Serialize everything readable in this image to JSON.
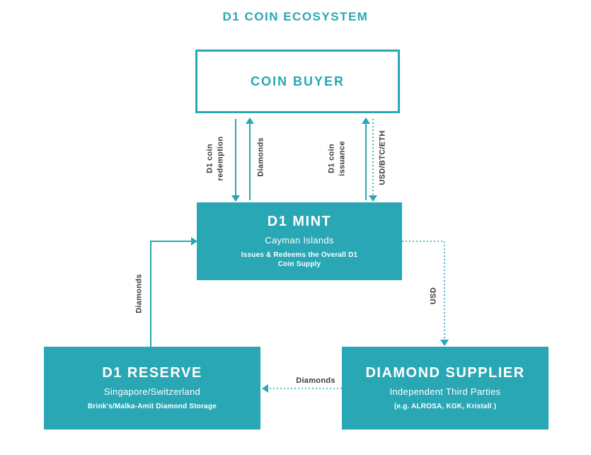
{
  "title": "D1 COIN ECOSYSTEM",
  "colors": {
    "teal": "#29A7B5",
    "label_dark": "#3B3B3B"
  },
  "nodes": {
    "coin_buyer": {
      "title": "COIN BUYER"
    },
    "d1_mint": {
      "title": "D1 MINT",
      "subtitle": "Cayman Islands",
      "description": "Issues & Redeems the Overall D1\nCoin Supply"
    },
    "d1_reserve": {
      "title": "D1 RESERVE",
      "subtitle": "Singapore/Switzerland",
      "description": "Brink's/Malka-Amit Diamond Storage"
    },
    "diamond_supplier": {
      "title": "DIAMOND SUPPLIER",
      "subtitle": "Independent Third Parties",
      "description": "(e.g. ALROSA, KGK, Kristall )"
    }
  },
  "edges": {
    "coin_redemption": {
      "label": "D1 coin\nredemption",
      "style": "solid",
      "direction": "buyer-to-mint"
    },
    "diamonds_to_buyer": {
      "label": "Diamonds",
      "style": "solid",
      "direction": "mint-to-buyer"
    },
    "coin_issuance": {
      "label": "D1 coin\nissuance",
      "style": "solid",
      "direction": "mint-to-buyer"
    },
    "usd_btc_eth": {
      "label": "USD/BTC/ETH",
      "style": "dotted",
      "direction": "buyer-to-mint"
    },
    "usd_to_supplier": {
      "label": "USD",
      "style": "dotted",
      "direction": "mint-to-supplier"
    },
    "diamonds_to_reserve": {
      "label": "Diamonds",
      "style": "dotted",
      "direction": "supplier-to-reserve"
    },
    "diamonds_to_mint": {
      "label": "Diamonds",
      "style": "solid",
      "direction": "reserve-to-mint"
    }
  }
}
